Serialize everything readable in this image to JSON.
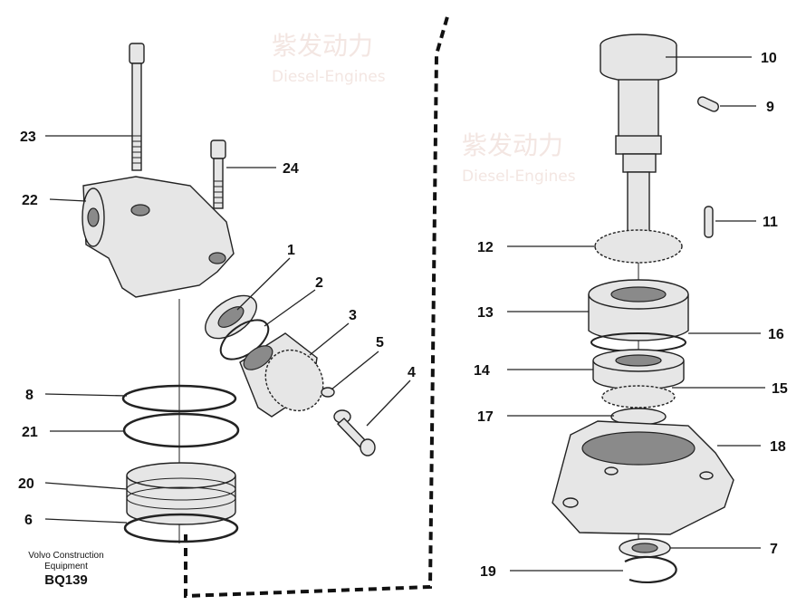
{
  "watermark": {
    "brand_cn": "紫发动力",
    "brand_en": "Diesel-Engines"
  },
  "caption": {
    "line1": "Volvo Construction",
    "line2": "Equipment",
    "code": "BQ139"
  },
  "callouts": {
    "c23": "23",
    "c24": "24",
    "c22": "22",
    "c1": "1",
    "c2": "2",
    "c3": "3",
    "c5": "5",
    "c4": "4",
    "c8": "8",
    "c21": "21",
    "c20": "20",
    "c6": "6",
    "c10": "10",
    "c9": "9",
    "c11": "11",
    "c12": "12",
    "c13": "13",
    "c16": "16",
    "c14": "14",
    "c15": "15",
    "c17": "17",
    "c18": "18",
    "c7": "7",
    "c19": "19"
  }
}
